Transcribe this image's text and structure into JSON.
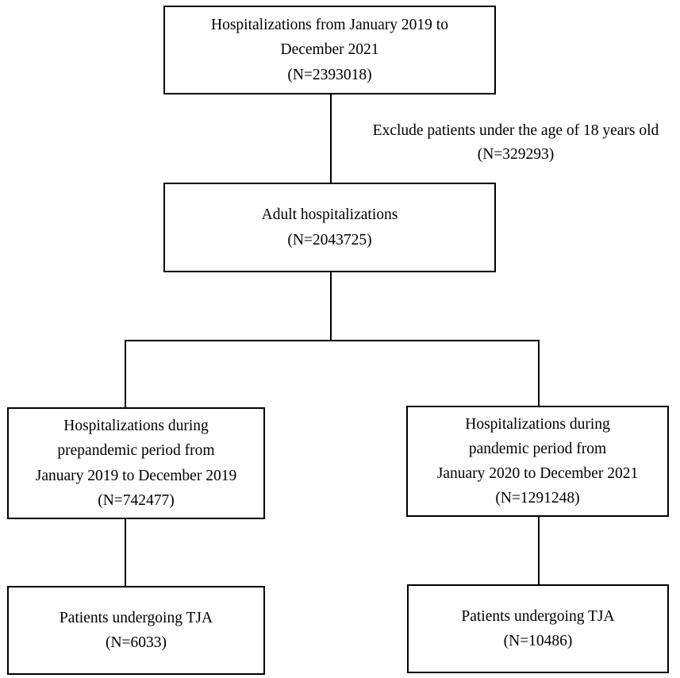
{
  "boxes": {
    "top": {
      "line1": "Hospitalizations from January 2019 to",
      "line2": "December 2021",
      "count": "(N=2393018)"
    },
    "adult": {
      "line1": "Adult hospitalizations",
      "count": "(N=2043725)"
    },
    "prepandemic": {
      "line1": "Hospitalizations during",
      "line2": "prepandemic period from",
      "line3": "January 2019 to December 2019",
      "count": "(N=742477)"
    },
    "pandemic": {
      "line1": "Hospitalizations during",
      "line2": "pandemic period from",
      "line3": "January 2020 to December 2021",
      "count": "(N=1291248)"
    },
    "tja_pre": {
      "line1": "Patients undergoing TJA",
      "count": "(N=6033)"
    },
    "tja_pan": {
      "line1": "Patients undergoing TJA",
      "count": "(N=10486)"
    }
  },
  "exclusion": {
    "line1": "Exclude patients under the age of 18 years old",
    "count": "(N=329293)"
  }
}
